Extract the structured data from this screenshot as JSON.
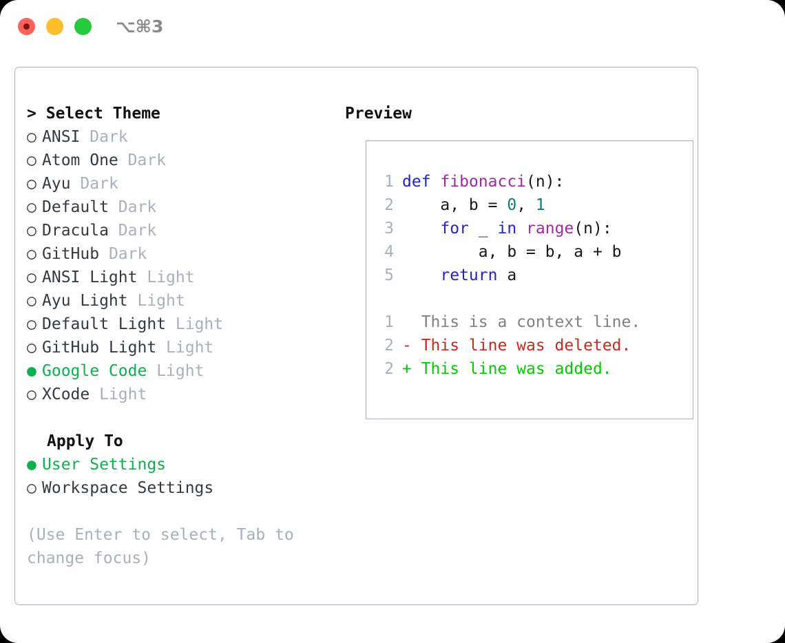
{
  "titlebar": {
    "shortcut": "⌥⌘3",
    "lights": [
      {
        "name": "close",
        "color": "#FF6058"
      },
      {
        "name": "minimize",
        "color": "#FFBD2E"
      },
      {
        "name": "maximize",
        "color": "#28C93F"
      }
    ]
  },
  "colors": {
    "border": "#A8B0BE",
    "muted": "#A8B0BE",
    "selection_green": "#0FAF4C",
    "diff_add": "#00CC00",
    "diff_del": "#C22B1F",
    "keyword": "#2222CC",
    "function": "#A626A4",
    "number": "#0E7C7B",
    "text": "#16181D"
  },
  "theme_picker": {
    "heading_caret": ">",
    "heading": "Select Theme",
    "options": [
      {
        "label": "ANSI",
        "badge": "Dark",
        "selected": false
      },
      {
        "label": "Atom One",
        "badge": "Dark",
        "selected": false
      },
      {
        "label": "Ayu",
        "badge": "Dark",
        "selected": false
      },
      {
        "label": "Default",
        "badge": "Dark",
        "selected": false
      },
      {
        "label": "Dracula",
        "badge": "Dark",
        "selected": false
      },
      {
        "label": "GitHub",
        "badge": "Dark",
        "selected": false
      },
      {
        "label": "ANSI Light",
        "badge": "Light",
        "selected": false
      },
      {
        "label": "Ayu Light",
        "badge": "Light",
        "selected": false
      },
      {
        "label": "Default Light",
        "badge": "Light",
        "selected": false
      },
      {
        "label": "GitHub Light",
        "badge": "Light",
        "selected": false
      },
      {
        "label": "Google Code",
        "badge": "Light",
        "selected": true
      },
      {
        "label": "XCode",
        "badge": "Light",
        "selected": false
      }
    ]
  },
  "apply_to": {
    "heading": "Apply To",
    "options": [
      {
        "label": "User Settings",
        "selected": true
      },
      {
        "label": "Workspace Settings",
        "selected": false
      }
    ]
  },
  "hint": "(Use Enter to select, Tab to change focus)",
  "preview": {
    "heading": "Preview",
    "code_lines": [
      {
        "num": "1",
        "tokens": [
          {
            "t": "def ",
            "c": "kw"
          },
          {
            "t": "fibonacci",
            "c": "fn"
          },
          {
            "t": "(n):",
            "c": "txt"
          }
        ]
      },
      {
        "num": "2",
        "tokens": [
          {
            "t": "    a, b = ",
            "c": "txt"
          },
          {
            "t": "0",
            "c": "num"
          },
          {
            "t": ", ",
            "c": "txt"
          },
          {
            "t": "1",
            "c": "num"
          }
        ]
      },
      {
        "num": "3",
        "tokens": [
          {
            "t": "    ",
            "c": "txt"
          },
          {
            "t": "for",
            "c": "kw"
          },
          {
            "t": " _ ",
            "c": "txt"
          },
          {
            "t": "in",
            "c": "kw"
          },
          {
            "t": " ",
            "c": "txt"
          },
          {
            "t": "range",
            "c": "fn"
          },
          {
            "t": "(n):",
            "c": "txt"
          }
        ]
      },
      {
        "num": "4",
        "tokens": [
          {
            "t": "        a, b = b, a + b",
            "c": "txt"
          }
        ]
      },
      {
        "num": "5",
        "tokens": [
          {
            "t": "    ",
            "c": "txt"
          },
          {
            "t": "return",
            "c": "kw"
          },
          {
            "t": " a",
            "c": "txt"
          }
        ]
      }
    ],
    "diff_lines": [
      {
        "num": "1",
        "tokens": [
          {
            "t": "  This is a context line.",
            "c": "ctx"
          }
        ]
      },
      {
        "num": "2",
        "tokens": [
          {
            "t": "- This line was deleted.",
            "c": "del"
          }
        ]
      },
      {
        "num": "2",
        "tokens": [
          {
            "t": "+ This line was added.",
            "c": "add"
          }
        ]
      }
    ]
  }
}
